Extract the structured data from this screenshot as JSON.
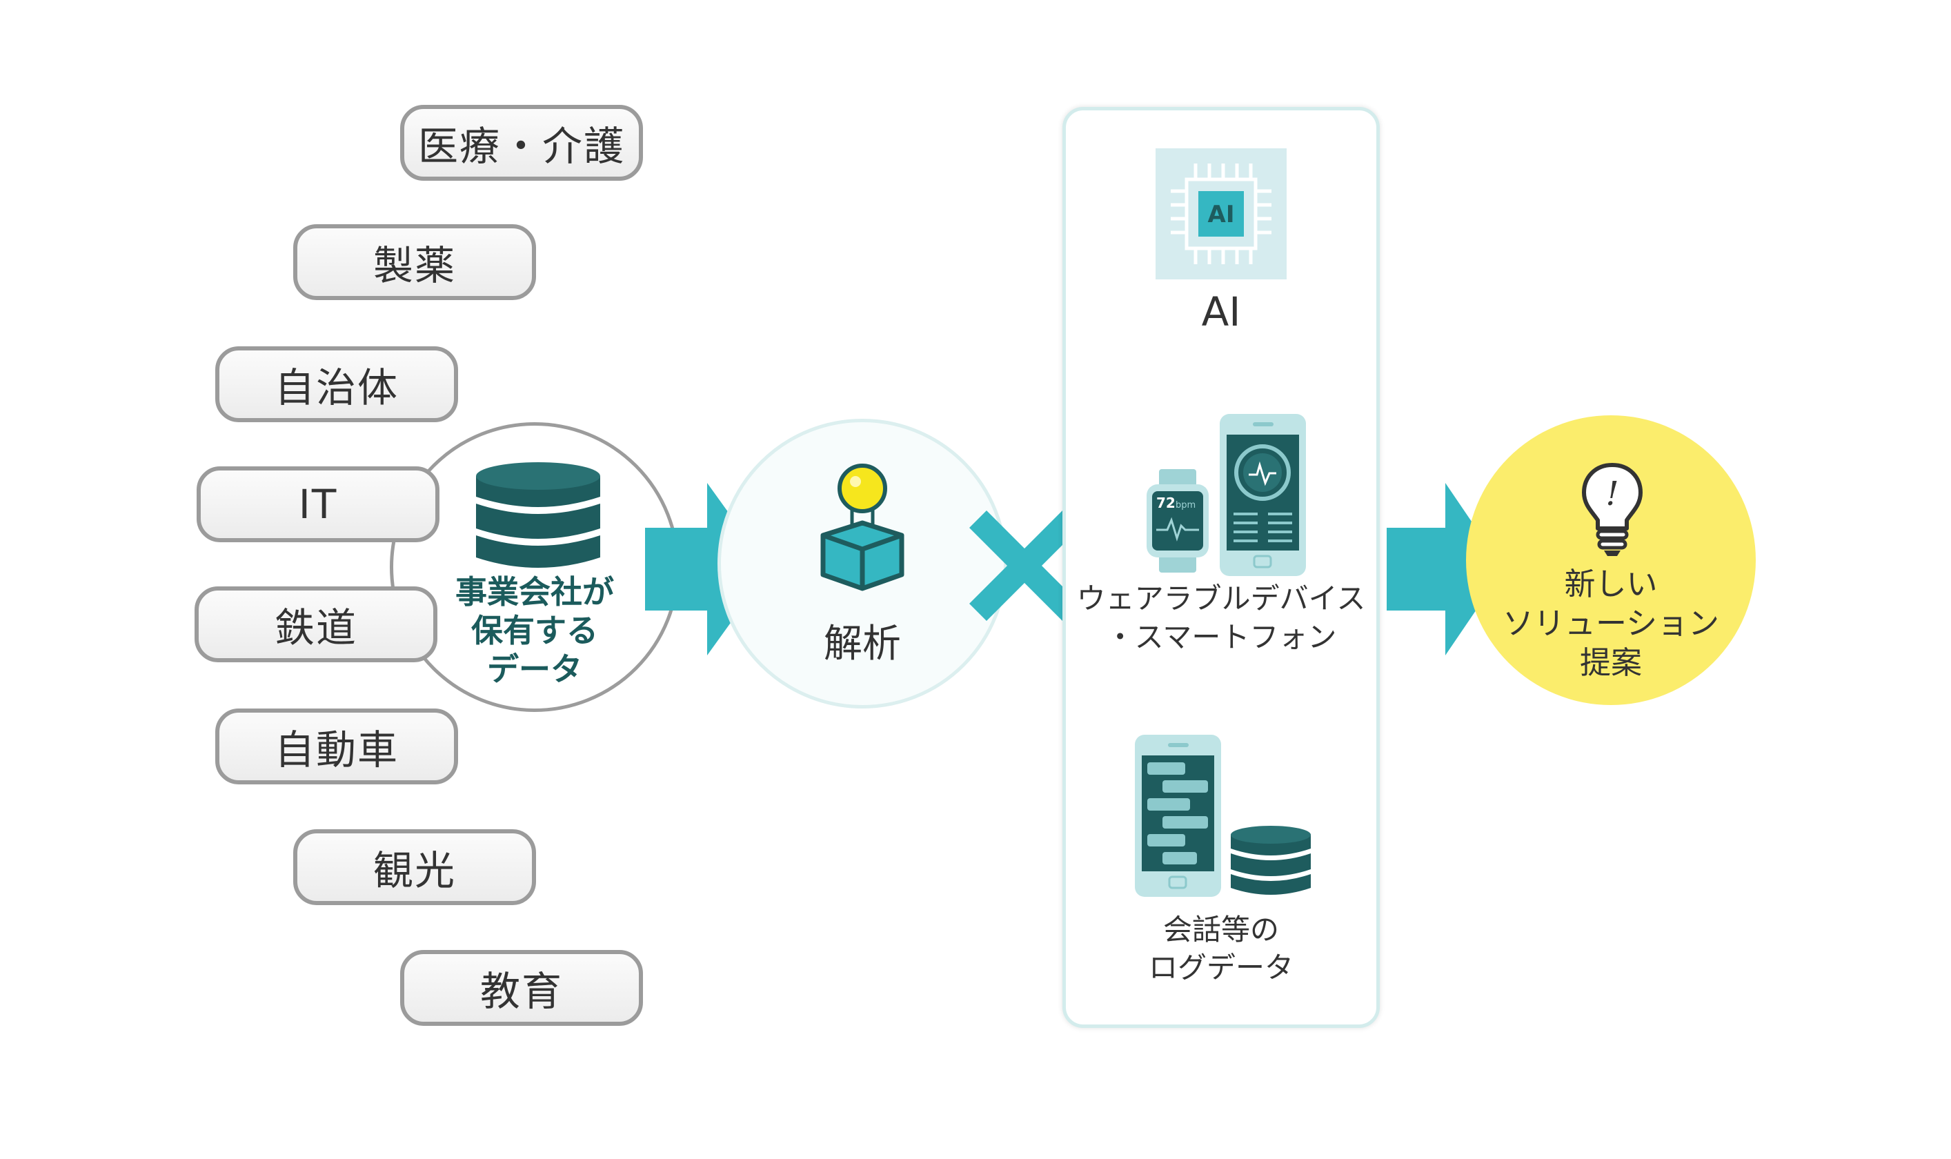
{
  "industries": [
    "医療・介護",
    "製薬",
    "自治体",
    "IT",
    "鉄道",
    "自動車",
    "観光",
    "教育"
  ],
  "company_data": {
    "label": "事業会社が\n保有する\nデータ"
  },
  "analysis": {
    "label": "解析"
  },
  "panel": {
    "ai": {
      "label": "AI",
      "chip_text": "AI"
    },
    "wearable": {
      "label": "ウェアラブルデバイス\n・スマートフォン",
      "watch_reading": "72",
      "watch_unit": "bpm"
    },
    "logs": {
      "label": "会話等の\nログデータ"
    }
  },
  "solution": {
    "label": "新しい\nソリューション\n提案",
    "bulb_mark": "!"
  },
  "colors": {
    "teal": "#35b7c2",
    "dark_teal": "#1e5c5e",
    "yellow": "#fbed6c",
    "gray_border": "#9b9b9b"
  }
}
